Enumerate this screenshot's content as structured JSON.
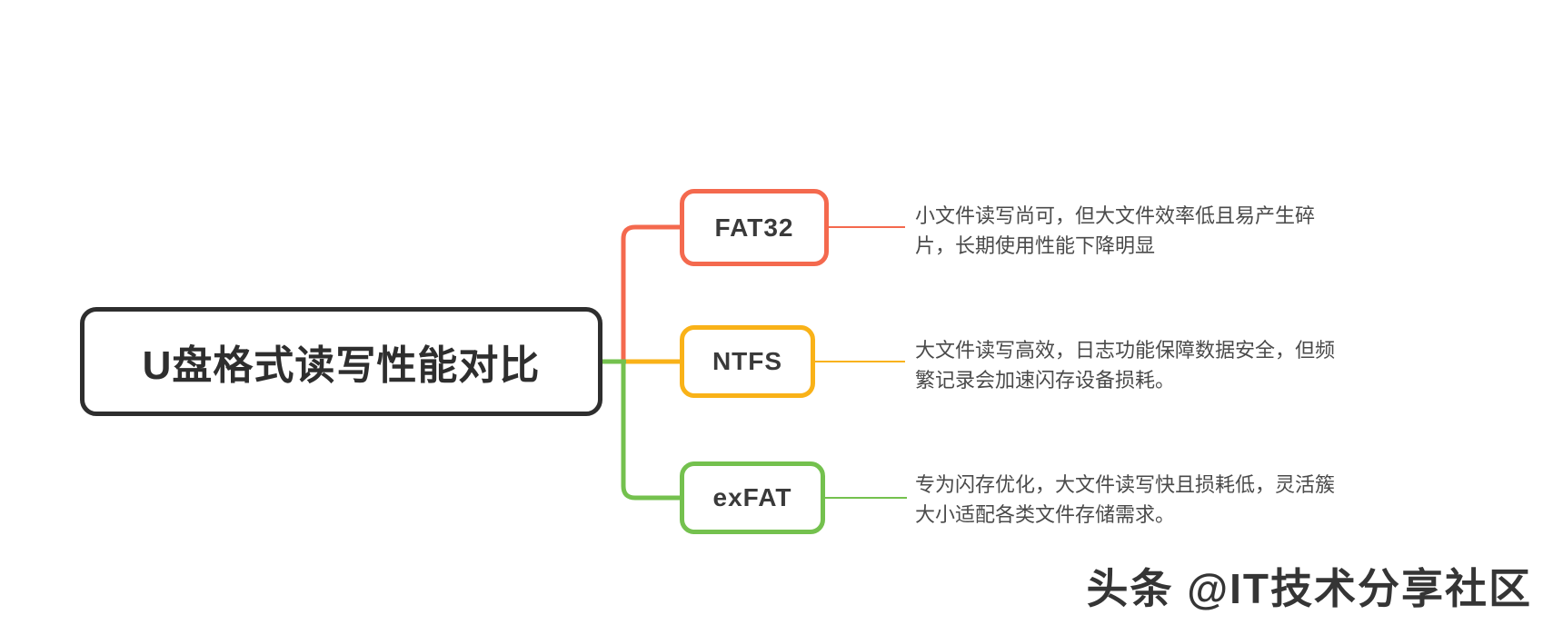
{
  "diagram": {
    "title_node": {
      "label": "U盘格式读写性能对比"
    },
    "branches": [
      {
        "id": "fat32",
        "label": "FAT32",
        "color": "#f4694e",
        "desc_lines": [
          "小文件读写尚可，但大文件效率低且易产生碎",
          "片，长期使用性能下降明显"
        ]
      },
      {
        "id": "ntfs",
        "label": "NTFS",
        "color": "#f9b218",
        "desc_lines": [
          "大文件读写高效，日志功能保障数据安全，但频",
          "繁记录会加速闪存设备损耗。"
        ]
      },
      {
        "id": "exfat",
        "label": "exFAT",
        "color": "#74c14e",
        "desc_lines": [
          "专为闪存优化，大文件读写快且损耗低，灵活簇",
          "大小适配各类文件存储需求。"
        ]
      }
    ],
    "colors": {
      "root_border": "#2e2e2e",
      "root_text": "#2e2e2e",
      "branch_label_text": "#3a3a3a",
      "desc_text": "#4a4a4a",
      "background": "#ffffff",
      "watermark_text": "#2b2b2b"
    }
  },
  "watermark": {
    "text": "头条 @IT技术分享社区"
  }
}
